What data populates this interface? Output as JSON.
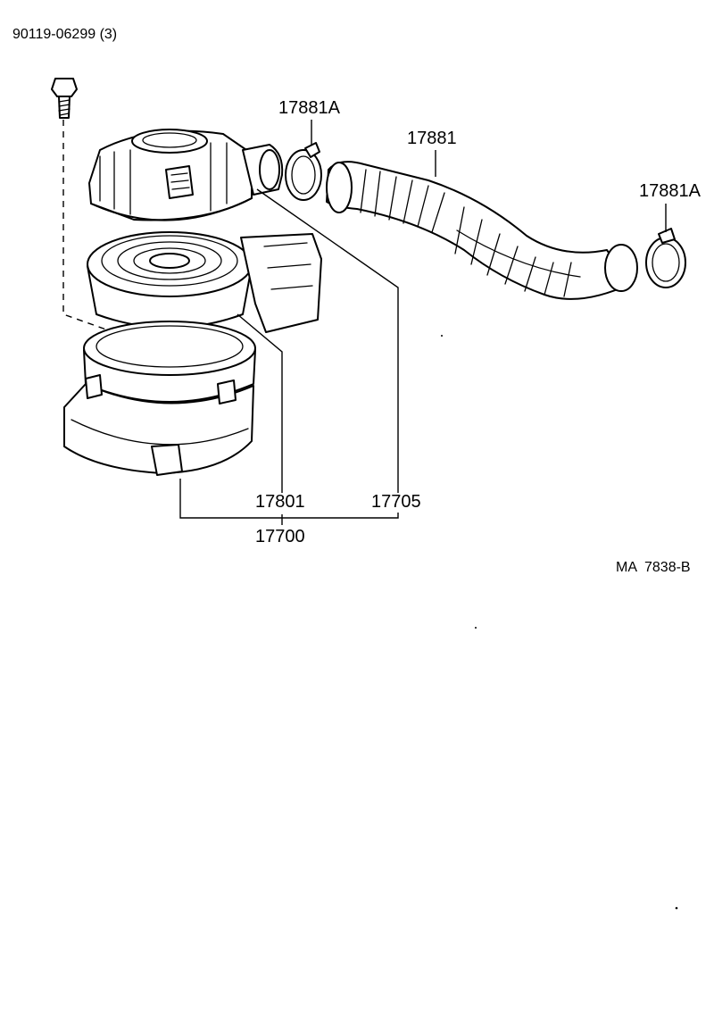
{
  "callouts": {
    "bolt": "90119-06299 (3)",
    "clamp_hose_end": "17881A",
    "hose": "17881",
    "clamp_right": "17881A",
    "element": "17801",
    "cap": "17705",
    "assembly": "17700"
  },
  "figure_code": "MA  7838-B"
}
